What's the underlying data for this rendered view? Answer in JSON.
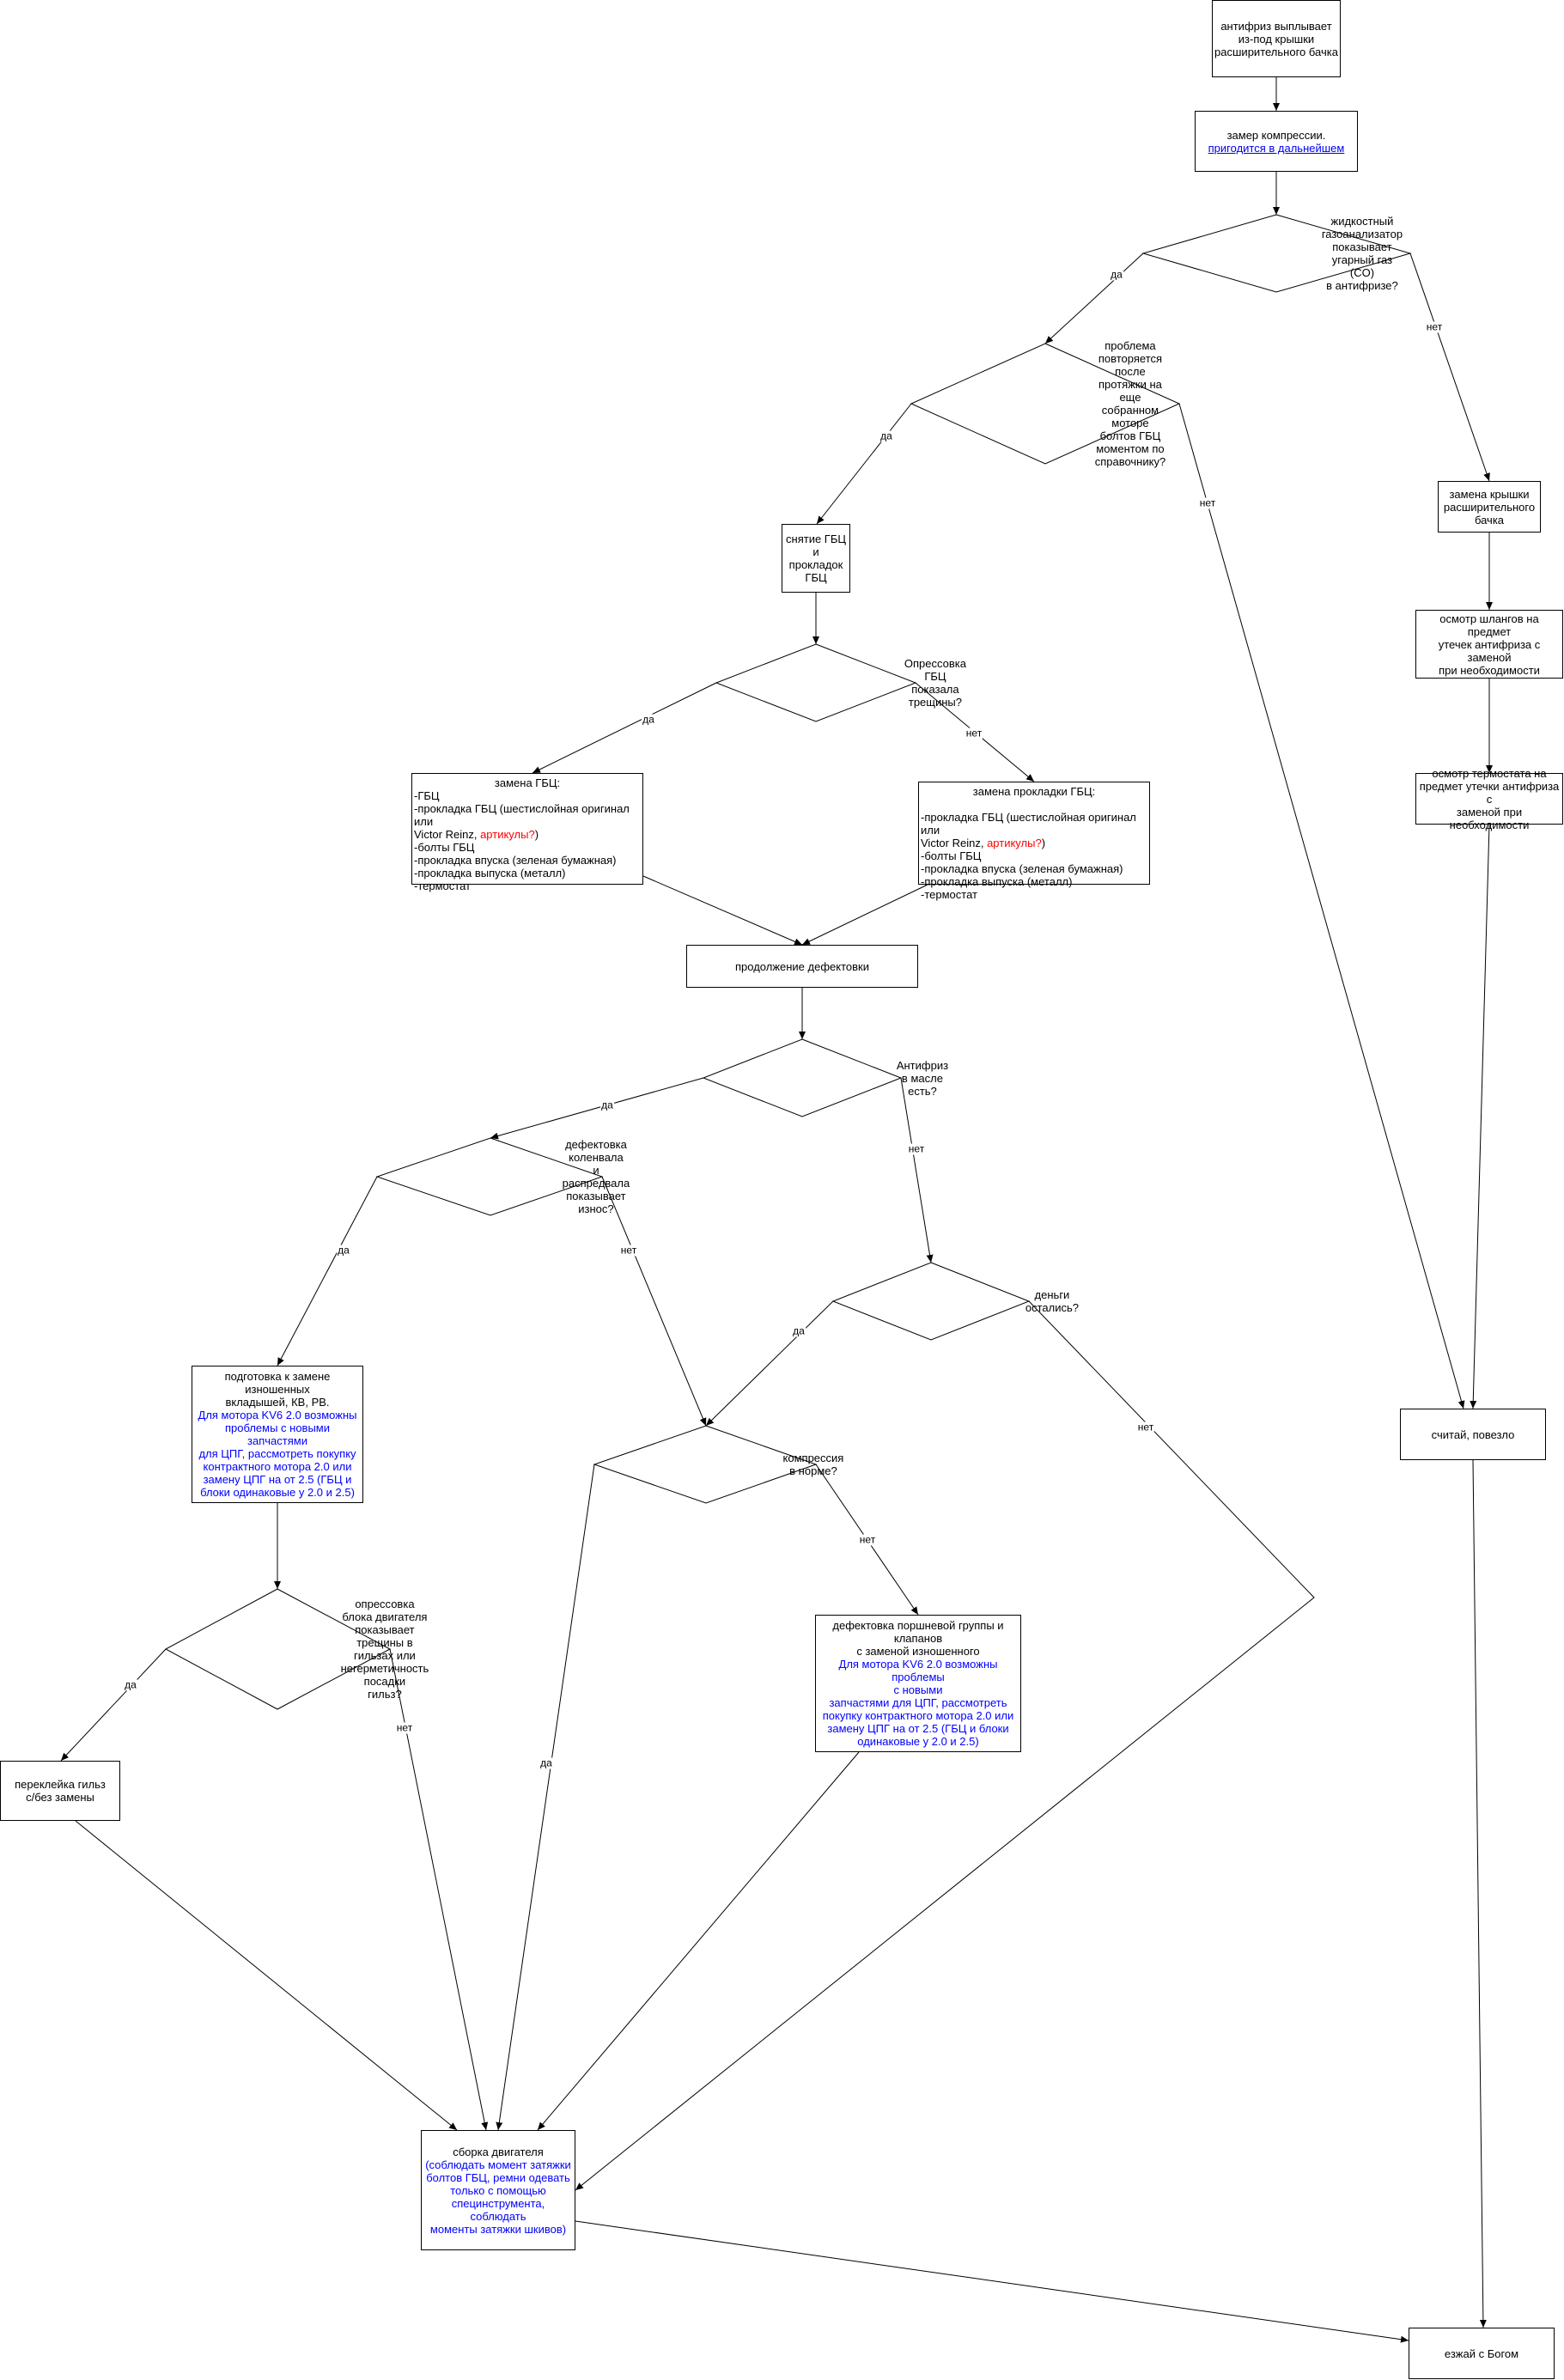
{
  "nodes": {
    "n1": "антифриз выплывает\nиз-под крышки\nрасширительного бачка",
    "n2_a": "замер компрессии.",
    "n2_link": "пригодится в дальнейшем",
    "d1": "жидкостный газоанализатор\nпоказывает угарный газ (CO)\nв антифризе?",
    "d2": "проблема повторяется после\nпротяжки  на еще собранном  моторе\nболтов ГБЦ\nмоментом по справочнику?",
    "n3": "замена крышки\nрасширительного\nбачка",
    "n4": "осмотр шлангов на предмет\nутечек антифриза с  заменой\nпри необходимости",
    "n5": "осмотр термостата на\nпредмет  утечки антифриза с\nзаменой при необходимости",
    "n6": "снятие ГБЦ и\nпрокладок\nГБЦ",
    "d3": "Опрессовка ГБЦ\nпоказала  трещины?",
    "n7_title": "замена ГБЦ:",
    "n7_l1": "-ГБЦ",
    "n7_l2": "-прокладка ГБЦ (шестислойная оригинал или",
    "n7_l3a": "Victor Reinz, ",
    "n7_l3b": "артикулы?",
    "n7_l3c": ")",
    "n7_l4": "-болты ГБЦ",
    "n7_l5": "-прокладка впуска (зеленая бумажная)",
    "n7_l6": "-прокладка выпуска (металл)",
    "n7_l7": "-термостат",
    "n8_title": "замена прокладки ГБЦ:",
    "n8_l1": "-прокладка ГБЦ (шестислойная оригинал или",
    "n8_l2a": "Victor Reinz, ",
    "n8_l2b": "артикулы?",
    "n8_l2c": ")",
    "n8_l3": "-болты ГБЦ",
    "n8_l4": "-прокладка впуска (зеленая бумажная)",
    "n8_l5": "-прокладка выпуска (металл)",
    "n8_l6": "-термостат",
    "n9": "продолжение  дефектовки",
    "d4": "Антифриз в масле есть?",
    "d5": "дефектовка коленвала\nи  распредвала\nпоказывает износ?",
    "d6": "деньги остались?",
    "n10_a": "подготовка к замене изношенных\nвкладышей, КВ, РВ.",
    "n10_b": "Для мотора KV6 2.0 возможны\nпроблемы с новыми  запчастями\nдля ЦПГ, рассмотреть покупку\nконтрактного  мотора 2.0 или\nзамену  ЦПГ на от 2.5 (ГБЦ и\nблоки одинаковые у 2.0 и 2.5)",
    "d7": "компрессия в норме?",
    "n11": "считай, повезло",
    "d8": "опрессовка блока двигателя\nпоказывает  трещины в гильзах  или\nнегерметичность посадки\nгильз?",
    "n12_a": "дефектовка поршневой группы и\nклапанов\nс заменой изношенного",
    "n12_b": "Для мотора KV6 2.0 возможны проблемы\nс новыми\nзапчастями для ЦПГ, рассмотреть\nпокупку контрактного  мотора 2.0 или\nзамену  ЦПГ на от 2.5 (ГБЦ и  блоки\nодинаковые у 2.0 и 2.5)",
    "n13": "переклейка гильз\nс/без замены",
    "n14_a": "сборка двигателя",
    "n14_b": "(соблюдать момент  затяжки\nболтов ГБЦ, ремни  одевать\nтолько с помощью\nспецинструмента, соблюдать\nмоменты затяжки шкивов)",
    "n15": "езжай с  Богом"
  },
  "labels": {
    "yes": "да",
    "no": "нет"
  },
  "colors": {
    "line": "#000000",
    "blue_note": "#0000ff",
    "red_note": "#ff0000",
    "link": "#0000ee"
  }
}
